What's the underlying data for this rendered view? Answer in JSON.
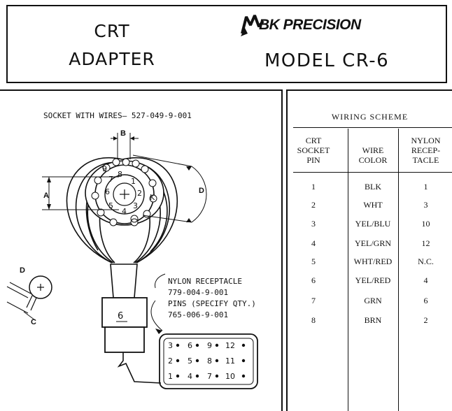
{
  "header": {
    "left_line1": "CRT",
    "left_line2": "ADAPTER",
    "brand": "BK PRECISION",
    "model": "MODEL CR-6"
  },
  "diagram": {
    "socket_label": "SOCKET WITH WIRES— 527-049-9-001",
    "dim_b": "B",
    "dim_a": "A",
    "dim_d_small": "D",
    "dim_c": "C",
    "dim_d": "D",
    "socket_pin_labels": [
      "1",
      "2",
      "3",
      "4",
      "5",
      "6",
      "7",
      "8",
      "9"
    ],
    "key_label": "K",
    "plug_label": "6",
    "receptacle_line1": "NYLON RECEPTACLE",
    "receptacle_line2": "779-004-9-001",
    "receptacle_line3": "PINS (SPECIFY QTY.)",
    "receptacle_line4": "765-006-9-001",
    "receptacle_rows": [
      [
        "3",
        "6",
        "9",
        "12"
      ],
      [
        "2",
        "5",
        "8",
        "11"
      ],
      [
        "1",
        "4",
        "7",
        "10"
      ]
    ]
  },
  "table": {
    "title": "WIRING SCHEME",
    "headers": {
      "col1": [
        "CRT",
        "SOCKET",
        "PIN"
      ],
      "col2": [
        "WIRE",
        "COLOR"
      ],
      "col3": [
        "NYLON",
        "RECEP-",
        "TACLE"
      ]
    },
    "rows": [
      [
        "1",
        "BLK",
        "1"
      ],
      [
        "2",
        "WHT",
        "3"
      ],
      [
        "3",
        "YEL/BLU",
        "10"
      ],
      [
        "4",
        "YEL/GRN",
        "12"
      ],
      [
        "5",
        "WHT/RED",
        "N.C."
      ],
      [
        "6",
        "YEL/RED",
        "4"
      ],
      [
        "7",
        "GRN",
        "6"
      ],
      [
        "8",
        "BRN",
        "2"
      ]
    ]
  }
}
